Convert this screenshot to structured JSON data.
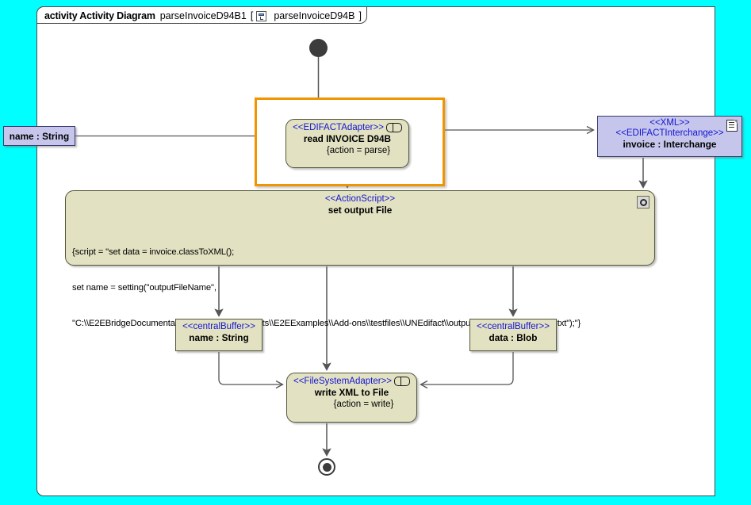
{
  "frame": {
    "keyword": "activity Activity Diagram",
    "name": "parseInvoiceD94B1",
    "bracket_open": "[",
    "bracket_close": "]",
    "ref_name": "parseInvoiceD94B",
    "icon": "diagram-icon"
  },
  "nodes": {
    "initial": {
      "name": "initial-node"
    },
    "final": {
      "name": "activity-final-node"
    },
    "read_action": {
      "stereotype": "<<EDIFACTAdapter>>",
      "name": "read INVOICE D94B",
      "properties": "{action = parse}",
      "icon": "adapter-icon"
    },
    "script_action": {
      "stereotype": "<<ActionScript>>",
      "name": "set output File",
      "script_line1": "{script = \"set data = invoice.classToXML();",
      "script_line2": "set name = setting(\"outputFileName\",",
      "script_line3": "\"C:\\\\E2EBridgeDocumentation\\\\E2EBuilderProjects\\\\E2EExamples\\\\Add-ons\\\\testfiles\\\\UNEdifact\\\\outputParseInvoiceD94B_1.txt\");\"}",
      "icon": "gear-icon"
    },
    "write_action": {
      "stereotype": "<<FileSystemAdapter>>",
      "name": "write XML to File",
      "properties": "{action = write}",
      "icon": "adapter-icon"
    },
    "xml_object": {
      "stereotype1": "<<XML>>",
      "stereotype2": "<<EDIFACTInterchange>>",
      "name": "invoice : Interchange",
      "icon": "document-icon"
    },
    "input_pin": {
      "name": "name : String"
    },
    "buffer_name": {
      "stereotype": "<<centralBuffer>>",
      "name": "name : String"
    },
    "buffer_data": {
      "stereotype": "<<centralBuffer>>",
      "name": "data : Blob"
    }
  },
  "colors": {
    "canvas_background": "#00FFFF",
    "frame_background": "#FFFFFF",
    "action_fill": "#E2E2C2",
    "object_fill": "#C6C6EC",
    "stereotype_text": "#1414D2",
    "selection_border": "#F29400",
    "edge_stroke": "#555555"
  },
  "selection": {
    "target": "read INVOICE D94B",
    "state": "selected"
  }
}
